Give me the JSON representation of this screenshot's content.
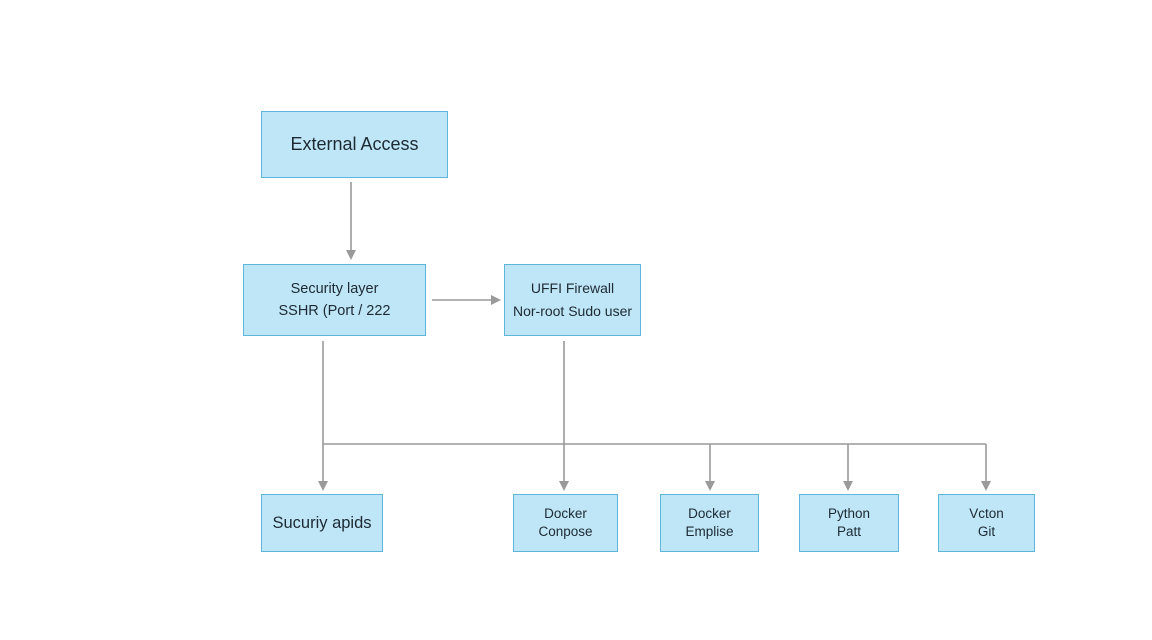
{
  "diagram": {
    "colors": {
      "node_fill": "#bfe6f7",
      "node_border": "#5db7dc",
      "edge": "#9a9a9a",
      "text": "#1d2a33"
    },
    "nodes": {
      "external": {
        "lines": [
          "External Access"
        ]
      },
      "security": {
        "lines": [
          "Security layer",
          "SSHR (Port / 222"
        ]
      },
      "ufw": {
        "lines": [
          "UFFI Firewall",
          "Nor-root Sudo user"
        ]
      },
      "sucuriy": {
        "lines": [
          "Sucuriy apids"
        ]
      },
      "docker_compose": {
        "lines": [
          "Docker",
          "Conpose"
        ]
      },
      "docker_emplise": {
        "lines": [
          "Docker",
          "Emplise"
        ]
      },
      "python": {
        "lines": [
          "Python",
          "Patt"
        ]
      },
      "vcton": {
        "lines": [
          "Vcton",
          "Git"
        ]
      }
    },
    "edges": [
      {
        "from": "external",
        "to": "security"
      },
      {
        "from": "security",
        "to": "ufw"
      },
      {
        "from": "security",
        "to": "sucuriy"
      },
      {
        "from": "ufw",
        "to": "docker_compose"
      },
      {
        "from": "bus",
        "to": "docker_emplise"
      },
      {
        "from": "bus",
        "to": "python"
      },
      {
        "from": "bus",
        "to": "vcton"
      }
    ]
  }
}
